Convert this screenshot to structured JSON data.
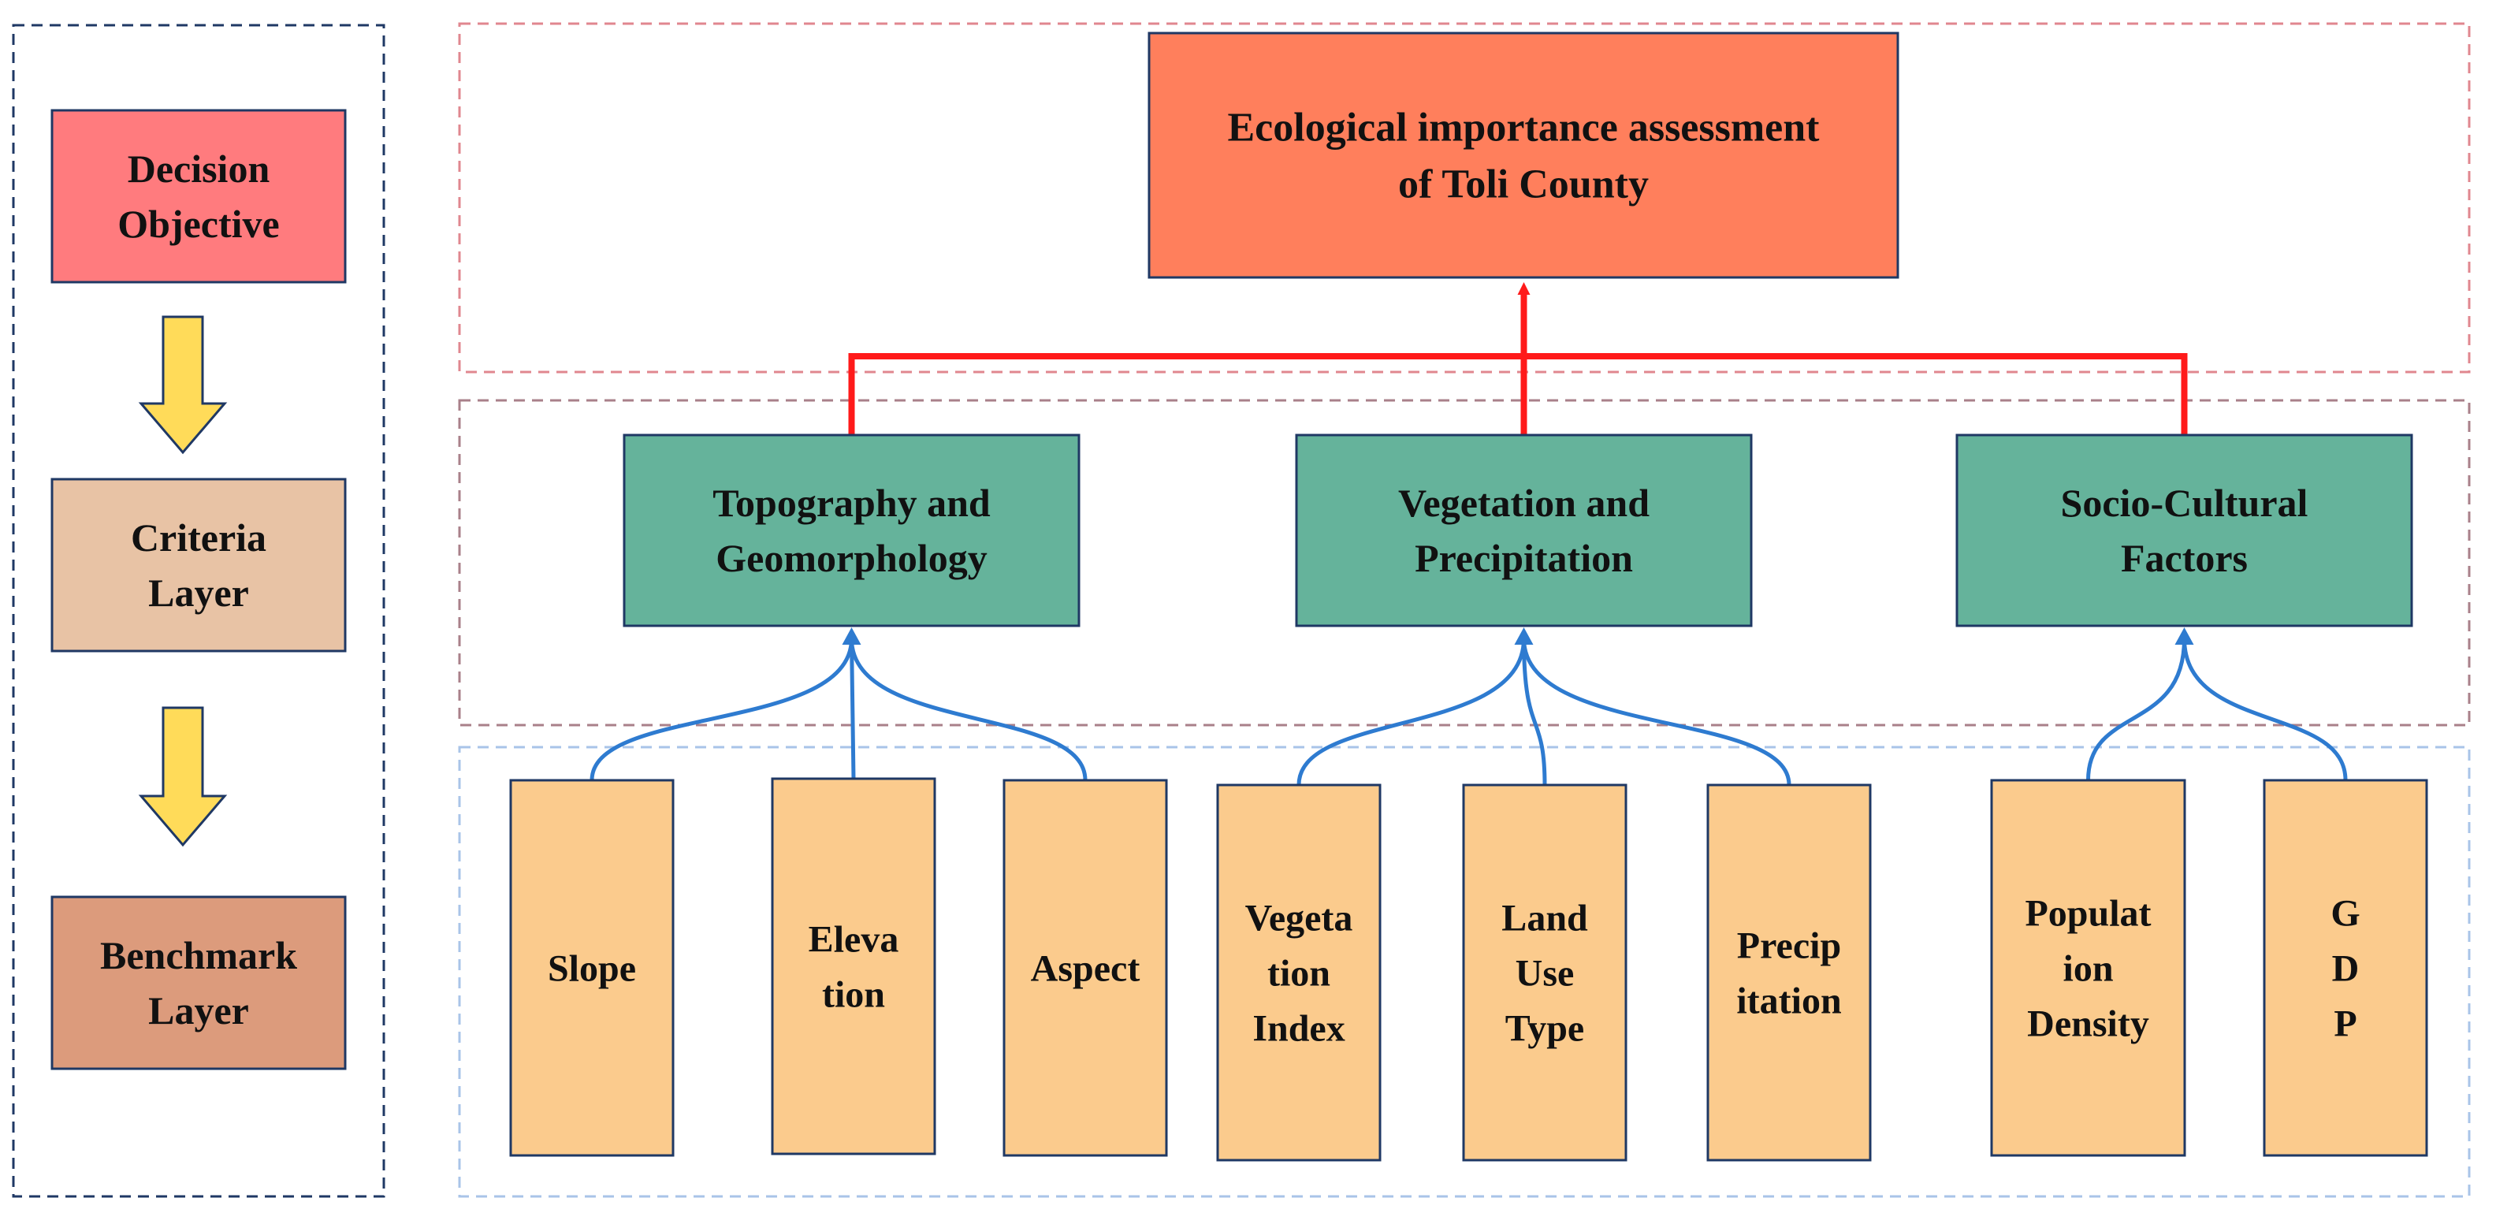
{
  "legend": {
    "levels": [
      {
        "id": "decision",
        "lines": [
          "Decision",
          "Objective"
        ],
        "color": "#FF7B7E"
      },
      {
        "id": "criteria",
        "lines": [
          "Criteria",
          "Layer"
        ],
        "color": "#E8C3A5"
      },
      {
        "id": "benchmark",
        "lines": [
          "Benchmark",
          "Layer"
        ],
        "color": "#DC9B7C"
      }
    ],
    "arrow_color": "#FFDB59"
  },
  "objective": {
    "lines": [
      "Ecological importance assessment",
      "of Toli County"
    ],
    "color": "#FF7F5C"
  },
  "criteria": [
    {
      "id": "topo",
      "lines": [
        "Topography and",
        "Geomorphology"
      ]
    },
    {
      "id": "veg",
      "lines": [
        "Vegetation and",
        "Precipitation"
      ]
    },
    {
      "id": "socio",
      "lines": [
        "Socio-Cultural",
        "Factors"
      ]
    }
  ],
  "criteria_color": "#65B39B",
  "factors": [
    {
      "id": "slope",
      "lines": [
        "Slope"
      ],
      "parent": "topo"
    },
    {
      "id": "elevation",
      "lines": [
        "Eleva",
        "tion"
      ],
      "parent": "topo"
    },
    {
      "id": "aspect",
      "lines": [
        "Aspect"
      ],
      "parent": "topo"
    },
    {
      "id": "vegetation-index",
      "lines": [
        "Vegeta",
        "tion",
        "Index"
      ],
      "parent": "veg"
    },
    {
      "id": "land-use-type",
      "lines": [
        "Land",
        "Use",
        "Type"
      ],
      "parent": "veg"
    },
    {
      "id": "precipitation",
      "lines": [
        "Precip",
        "itation"
      ],
      "parent": "veg"
    },
    {
      "id": "population-density",
      "lines": [
        "Populat",
        "ion",
        "Density"
      ],
      "parent": "socio"
    },
    {
      "id": "gdp",
      "lines": [
        "G",
        "D",
        "P"
      ],
      "parent": "socio"
    }
  ],
  "factor_color": "#FBCB8D",
  "line_colors": {
    "objective_link": "#FF1A1A",
    "factor_link": "#2E7BD0"
  },
  "frame_colors": {
    "legend": "#1F3864",
    "objective": "#E0878F",
    "criteria": "#A9808A",
    "factors": "#A9C4E8"
  }
}
